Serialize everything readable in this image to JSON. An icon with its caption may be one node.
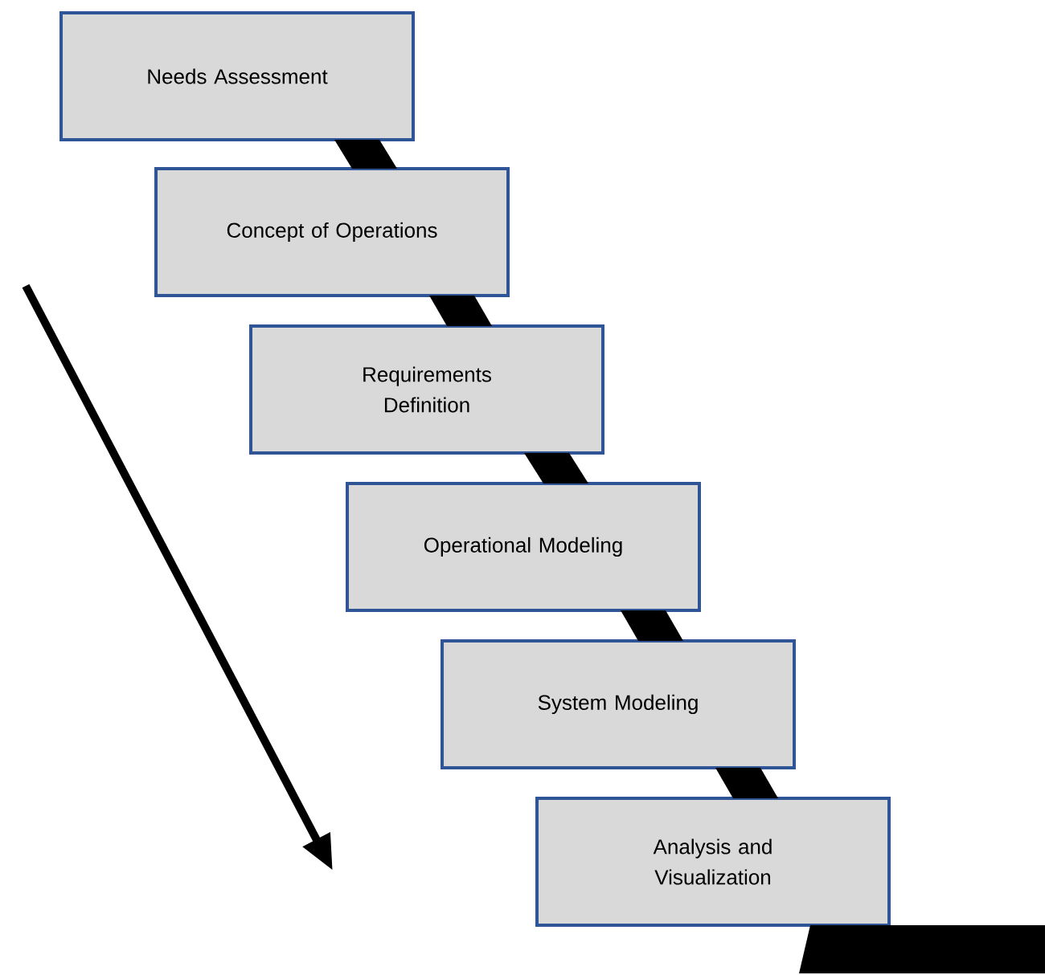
{
  "diagram": {
    "nodes": [
      {
        "text": [
          "Needs Assessment"
        ]
      },
      {
        "text": [
          "Concept of Operations"
        ]
      },
      {
        "text": [
          "Requirements Definition"
        ]
      },
      {
        "text": [
          "Operational Modeling"
        ]
      },
      {
        "text": [
          "System Modeling"
        ]
      },
      {
        "text": [
          "Analysis and Visualization"
        ]
      }
    ],
    "edges": [
      {
        "from": 0,
        "to": 1,
        "arrow": "none",
        "style": "thick"
      },
      {
        "from": 1,
        "to": 2,
        "arrow": "none",
        "style": "thick"
      },
      {
        "from": 2,
        "to": 3,
        "arrow": "none",
        "style": "thick"
      },
      {
        "from": 3,
        "to": 4,
        "arrow": "none",
        "style": "thick"
      },
      {
        "from": 4,
        "to": 5,
        "arrow": "none",
        "style": "thick"
      },
      {
        "from": 5,
        "to": null,
        "arrow": "none",
        "style": "thick"
      }
    ]
  }
}
